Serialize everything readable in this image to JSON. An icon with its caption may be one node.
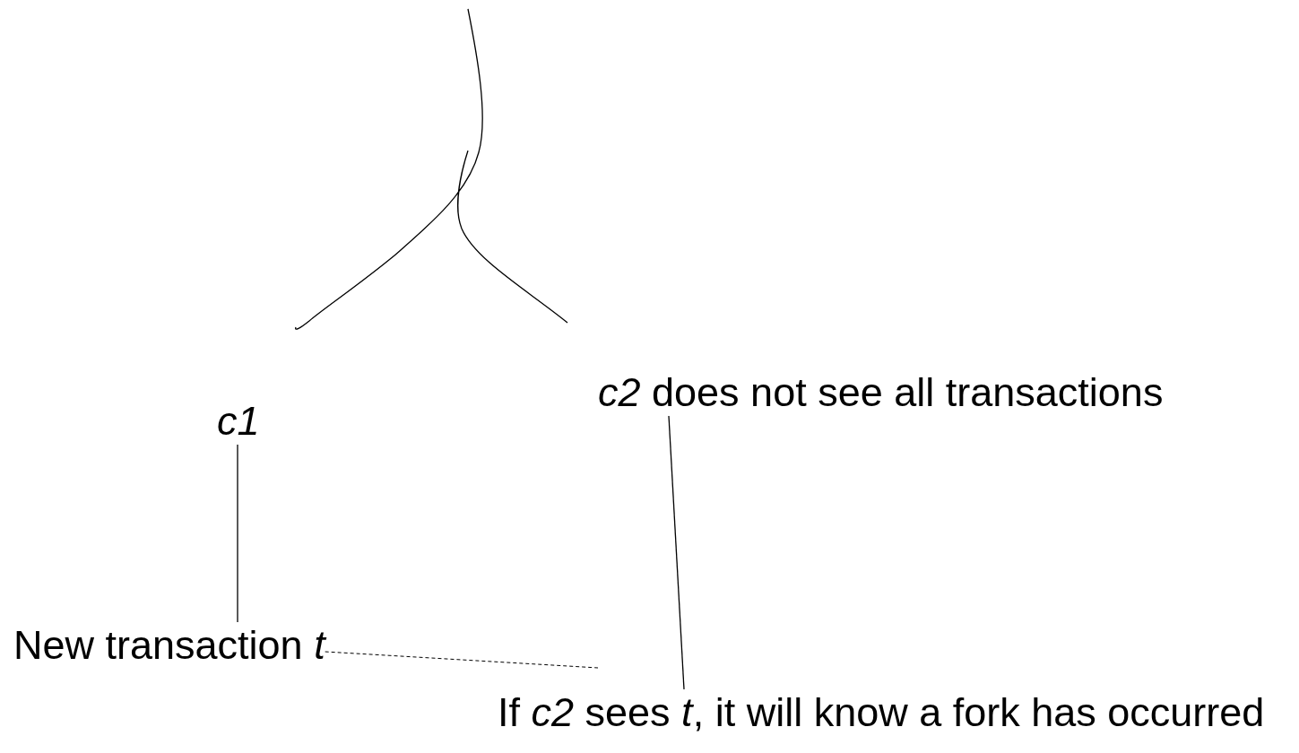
{
  "diagram": {
    "nodes": [
      {
        "text": [
          "c1"
        ]
      },
      {
        "text": [
          "*c2* does not see all transactions"
        ]
      },
      {
        "text": [
          "New transaction *t*"
        ]
      },
      {
        "text": [
          "If *c2* sees *t*, it will know a fork has occurred"
        ]
      }
    ],
    "edges": [
      {
        "from": 0,
        "to": 2,
        "arrow": "none"
      },
      {
        "from": 1,
        "to": 3,
        "arrow": "none"
      },
      {
        "from": 2,
        "to": null,
        "arrow": "none",
        "style": "dashed"
      }
    ]
  }
}
